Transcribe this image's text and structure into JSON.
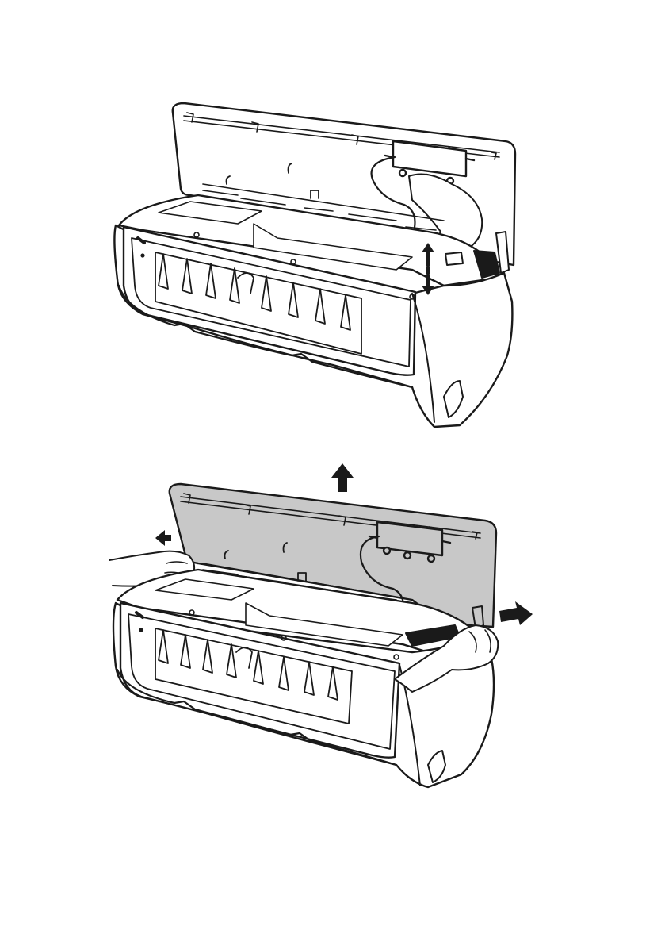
{
  "figures": [
    {
      "panel": "detach-cable-step",
      "panel_fill": "#ffffff",
      "arrows": [
        "up",
        "down"
      ]
    },
    {
      "panel": "remove-panel-step",
      "panel_fill": "#c8c8c8",
      "arrows": [
        "up",
        "left",
        "right"
      ]
    }
  ],
  "colors": {
    "line": "#1a1a1a",
    "background": "#ffffff",
    "highlight_panel": "#c8c8c8",
    "arrow": "#1a1a1a"
  }
}
